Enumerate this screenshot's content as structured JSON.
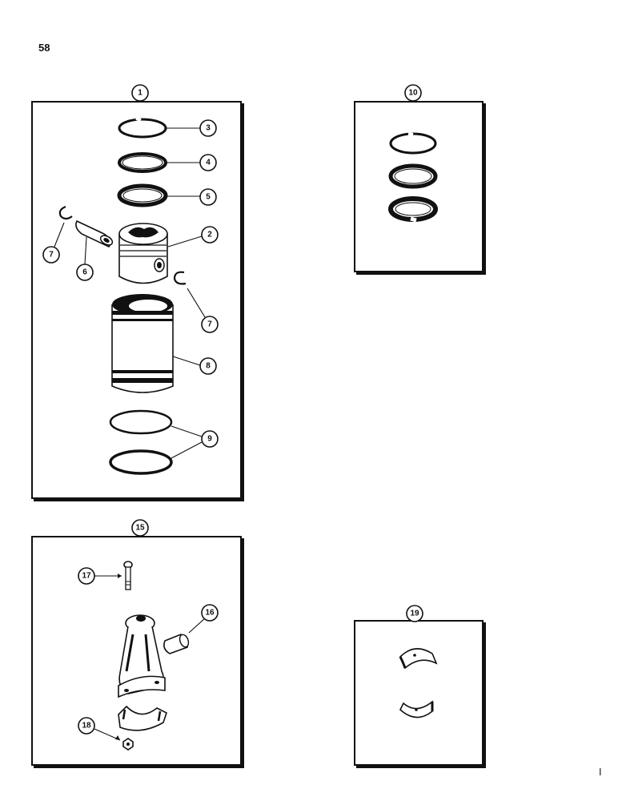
{
  "page": {
    "number": "58",
    "margin_mark": "I"
  },
  "panels": {
    "piston_kit": {
      "ref": "1"
    },
    "ring_set": {
      "ref": "10"
    },
    "connecting_rod": {
      "ref": "15"
    },
    "bearing": {
      "ref": "19"
    }
  },
  "callouts": {
    "piston": "2",
    "ring_top": "3",
    "ring_second": "4",
    "ring_oil": "5",
    "piston_pin": "6",
    "retainer_left": "7",
    "retainer_right": "7",
    "sleeve": "8",
    "seal_rings": "9",
    "bushing": "16",
    "rod_bolt": "17",
    "rod_nut": "18"
  }
}
